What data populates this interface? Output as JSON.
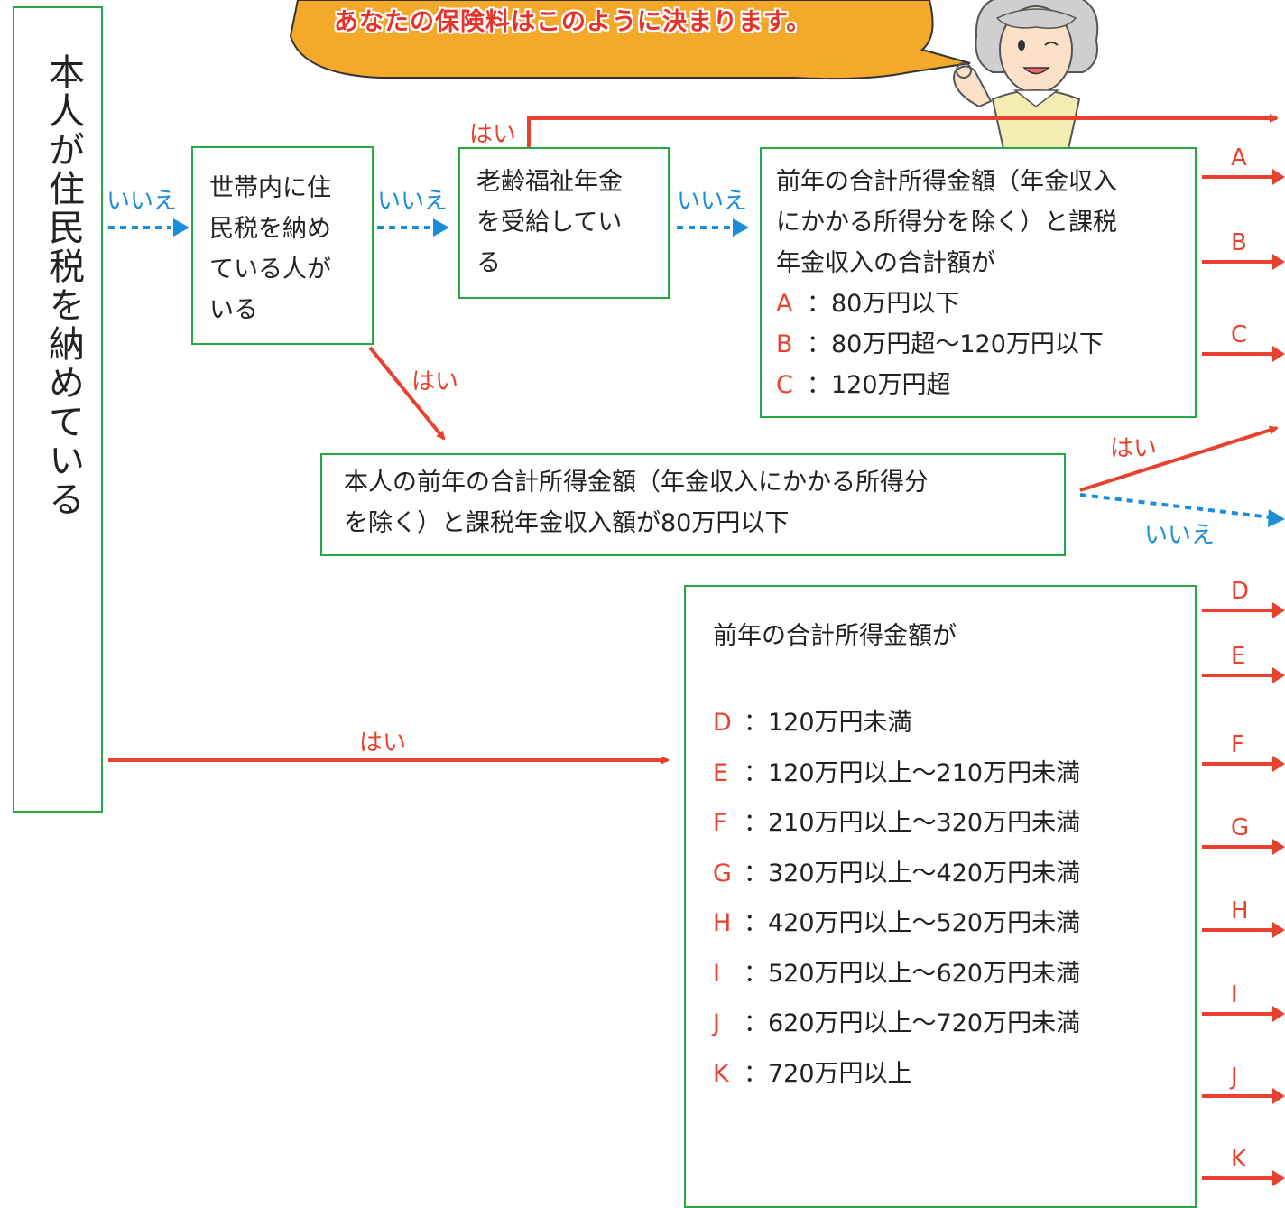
{
  "banner": "あなたの保険料はこのように決まります。",
  "start_box": "本人が住民税を納めている",
  "household_box": [
    "世帯内に住",
    "民税を納め",
    "ている人が",
    "いる"
  ],
  "pension_box": [
    "老齢福祉年金",
    "を受給してい",
    "る"
  ],
  "income_box": {
    "lines": [
      "前年の合計所得金額（年金収入",
      "にかかる所得分を除く）と課税",
      "年金収入の合計額が"
    ],
    "options": [
      {
        "key": "A",
        "text": "：80万円以下"
      },
      {
        "key": "B",
        "text": "：80万円超〜120万円以下"
      },
      {
        "key": "C",
        "text": "：120万円超"
      }
    ]
  },
  "self_income_box": [
    "本人の前年の合計所得金額（年金収入にかかる所得分",
    "を除く）と課税年金収入額が80万円以下"
  ],
  "taxed_box": {
    "title": "前年の合計所得金額が",
    "options": [
      {
        "key": "D",
        "text": "：120万円未満"
      },
      {
        "key": "E",
        "text": "：120万円以上〜210万円未満"
      },
      {
        "key": "F",
        "text": "：210万円以上〜320万円未満"
      },
      {
        "key": "G",
        "text": "：320万円以上〜420万円未満"
      },
      {
        "key": "H",
        "text": "：420万円以上〜520万円未満"
      },
      {
        "key": "I",
        "text": "：520万円以上〜620万円未満"
      },
      {
        "key": "J",
        "text": "：620万円以上〜720万円未満"
      },
      {
        "key": "K",
        "text": "：720万円以上"
      }
    ]
  },
  "labels": {
    "yes": "はい",
    "no": "いいえ"
  },
  "right_arrow_letters": [
    "A",
    "B",
    "C",
    "D",
    "E",
    "F",
    "G",
    "H",
    "I",
    "J",
    "K"
  ],
  "colors": {
    "green": "#27a845",
    "red": "#e8422f",
    "blue": "#1a8ed8",
    "orange": "#f4a92a"
  }
}
